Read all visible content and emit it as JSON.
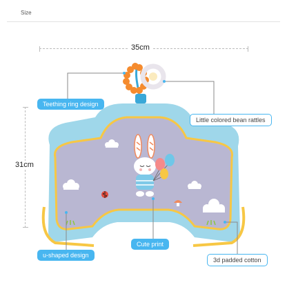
{
  "header": {
    "label": "Size"
  },
  "dimensions": {
    "width": "35cm",
    "height": "31cm"
  },
  "callouts": {
    "teething_ring": "Teething ring design",
    "bean_rattles": "Little colored bean rattles",
    "u_shaped": "u-shaped design",
    "cute_print": "Cute print",
    "padded_cotton": "3d padded cotton"
  },
  "colors": {
    "pillow_face": "#b9b7d2",
    "pillow_side": "#9fd7ea",
    "piping": "#f7c744",
    "callout_blue": "#48b6f0",
    "ring_orange": "#f58b2e"
  }
}
